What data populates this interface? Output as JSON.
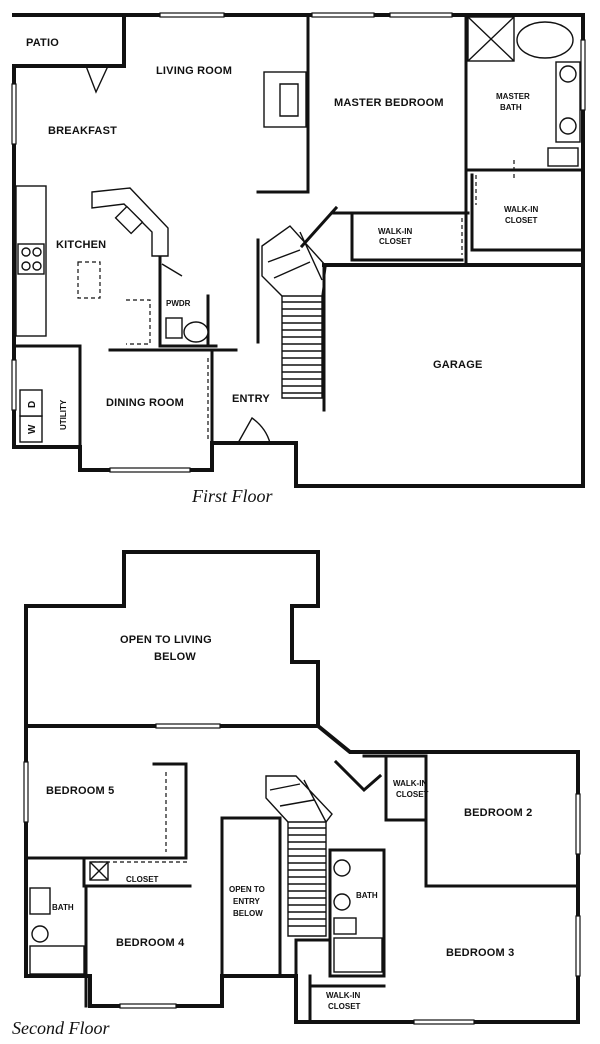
{
  "first_floor": {
    "caption": "First Floor",
    "rooms": {
      "patio": "PATIO",
      "living_room": "LIVING ROOM",
      "breakfast": "BREAKFAST",
      "kitchen": "KITCHEN",
      "master_bedroom": "MASTER BEDROOM",
      "master_bath_1": "MASTER",
      "master_bath_2": "BATH",
      "walkin_closet_a_1": "WALK-IN",
      "walkin_closet_a_2": "CLOSET",
      "walkin_closet_b_1": "WALK-IN",
      "walkin_closet_b_2": "CLOSET",
      "pwdr": "PWDR",
      "utility": "UTILITY",
      "dining_room": "DINING ROOM",
      "entry": "ENTRY",
      "garage": "GARAGE",
      "washer": "W",
      "dryer": "D"
    }
  },
  "second_floor": {
    "caption": "Second Floor",
    "rooms": {
      "open_living_1": "OPEN TO LIVING",
      "open_living_2": "BELOW",
      "bedroom_5": "BEDROOM 5",
      "bedroom_2": "BEDROOM 2",
      "bedroom_3": "BEDROOM 3",
      "bedroom_4": "BEDROOM 4",
      "walkin_closet_c_1": "WALK-IN",
      "walkin_closet_c_2": "CLOSET",
      "walkin_closet_d_1": "WALK-IN",
      "walkin_closet_d_2": "CLOSET",
      "closet": "CLOSET",
      "bath_left": "BATH",
      "bath_right": "BATH",
      "open_entry_1": "OPEN TO",
      "open_entry_2": "ENTRY",
      "open_entry_3": "BELOW"
    }
  }
}
